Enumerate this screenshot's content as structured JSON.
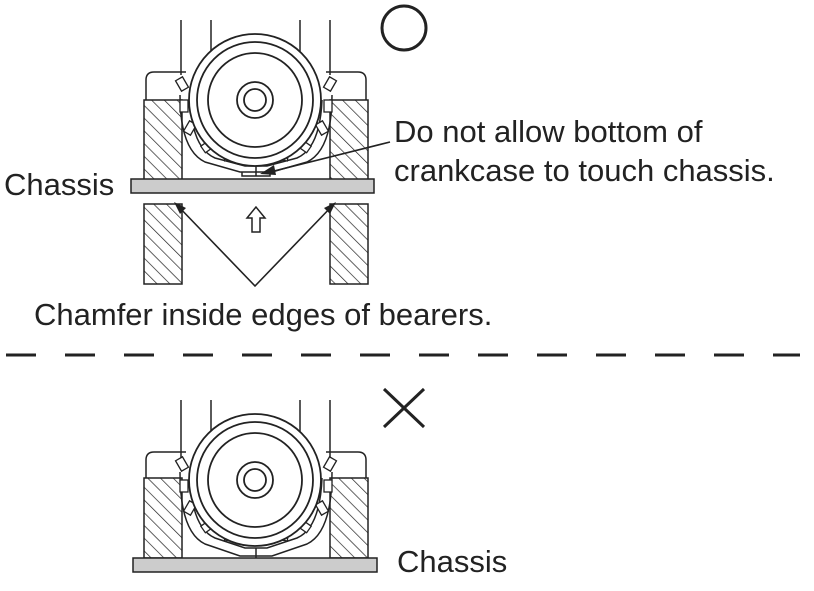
{
  "correct_example": {
    "symbol": "circle-mark",
    "chassis_label": "Chassis",
    "note_line_1": "Do not allow bottom of",
    "note_line_2": "crankcase to touch chassis.",
    "chamfer_note": "Chamfer inside edges of bearers."
  },
  "incorrect_example": {
    "symbol": "cross-mark",
    "chassis_label": "Chassis"
  },
  "colors": {
    "line": "#222222",
    "chassis_fill": "#cccccc"
  }
}
